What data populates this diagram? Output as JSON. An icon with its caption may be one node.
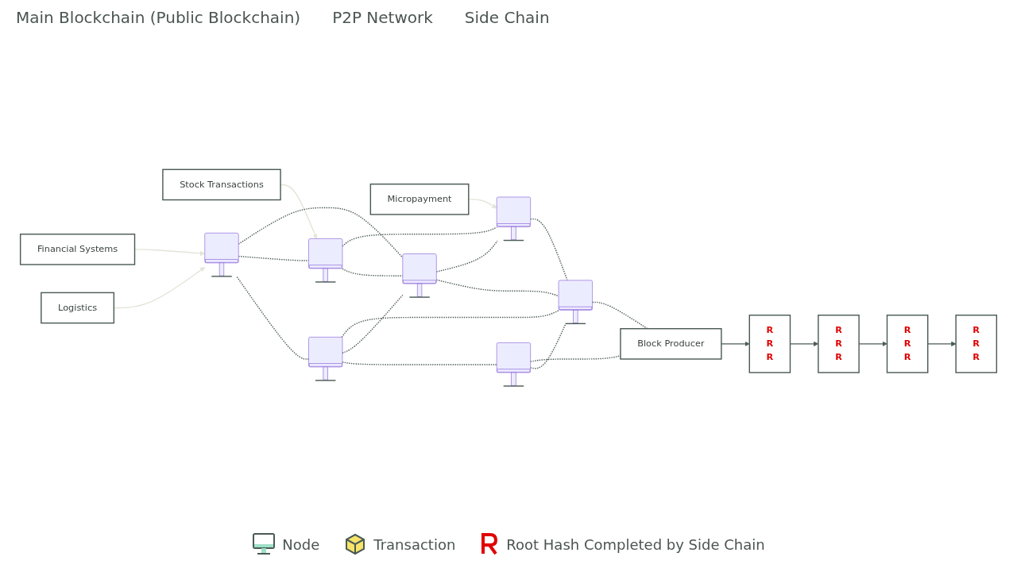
{
  "diagram": {
    "nodes": [
      {
        "text": [
          "R",
          "R",
          "R"
        ]
      },
      {
        "text": [
          "R",
          "R",
          "R"
        ]
      },
      {
        "text": [
          "R",
          "R",
          "R"
        ]
      },
      {
        "text": [
          "R",
          "R",
          "R"
        ]
      },
      {
        "text": [
          "Logistics"
        ]
      },
      {
        "text": [
          "Financial Systems"
        ]
      },
      {
        "text": [
          "Stock Transactions"
        ]
      },
      {
        "text": [
          "Micropayment"
        ]
      },
      {
        "text": [],
        "shape": "picture"
      },
      {
        "text": [],
        "shape": "picture"
      },
      {
        "text": [],
        "shape": "picture"
      },
      {
        "text": [],
        "shape": "picture"
      },
      {
        "text": [],
        "shape": "picture"
      },
      {
        "text": [],
        "shape": "picture"
      },
      {
        "text": [
          "Block Producer"
        ]
      },
      {
        "text": [],
        "shape": "picture"
      }
    ],
    "edges": [
      {
        "from": 1,
        "to": 0,
        "arrow": "to"
      },
      {
        "from": 2,
        "to": 1,
        "arrow": "to"
      },
      {
        "from": 3,
        "to": 2,
        "arrow": "to"
      },
      {
        "from": 14,
        "to": 3,
        "arrow": "to"
      },
      {
        "from": 4,
        "to": 8,
        "arrow": "to",
        "color": "#e4e4da"
      },
      {
        "from": 5,
        "to": 8,
        "arrow": "to",
        "color": "#e4e4da"
      },
      {
        "from": 6,
        "to": 11,
        "arrow": "to",
        "color": "#e4e4da"
      },
      {
        "from": 7,
        "to": 15,
        "arrow": "to",
        "color": "#e4e4da"
      },
      {
        "from": 8,
        "to": 9,
        "arrow": "none",
        "style": "dashed"
      },
      {
        "from": 9,
        "to": 10,
        "arrow": "none",
        "style": "dashed"
      },
      {
        "from": 8,
        "to": 11,
        "arrow": "none",
        "style": "dashed"
      },
      {
        "from": 8,
        "to": 12,
        "arrow": "none",
        "style": "dashed"
      },
      {
        "from": 9,
        "to": 12,
        "arrow": "none",
        "style": "dashed"
      },
      {
        "from": 9,
        "to": 13,
        "arrow": "none",
        "style": "dashed"
      },
      {
        "from": 10,
        "to": 13,
        "arrow": "none",
        "style": "dashed"
      },
      {
        "from": 10,
        "to": 14,
        "arrow": "none",
        "style": "dashed"
      },
      {
        "from": 11,
        "to": 12,
        "arrow": "none",
        "style": "dashed"
      },
      {
        "from": 12,
        "to": 13,
        "arrow": "none",
        "style": "dashed"
      },
      {
        "from": 13,
        "to": 14,
        "arrow": "none",
        "style": "dashed"
      },
      {
        "from": 11,
        "to": 15,
        "arrow": "none",
        "style": "dashed"
      },
      {
        "from": 12,
        "to": 15,
        "arrow": "none",
        "style": "dashed"
      },
      {
        "from": 15,
        "to": 13,
        "arrow": "none",
        "style": "dashed"
      }
    ],
    "labels": [
      "Main Blockchain (Public Blockchain)",
      "P2P Network",
      "Side Chain"
    ],
    "legend": [
      {
        "text": "Node"
      },
      {
        "text": "Transaction"
      },
      {
        "text": "Root Hash Completed by Side Chain"
      }
    ]
  }
}
